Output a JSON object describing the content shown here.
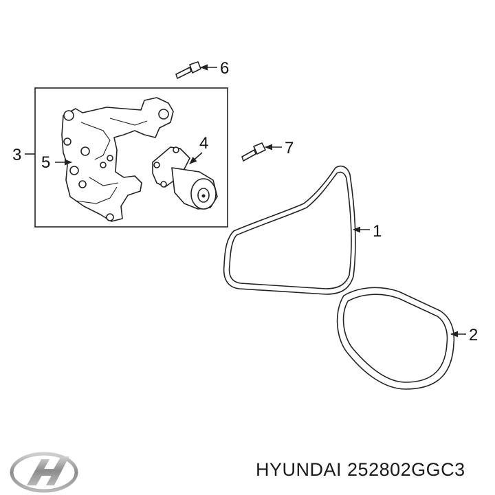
{
  "callouts": {
    "c1": "1",
    "c2": "2",
    "c3": "3",
    "c4": "4",
    "c5": "5",
    "c6": "6",
    "c7": "7"
  },
  "caption": {
    "brand": "HYUNDAI",
    "part_number": "252802GGC3"
  },
  "logo": {
    "name": "hyundai-logo-icon",
    "color": "#9a9a9a"
  }
}
